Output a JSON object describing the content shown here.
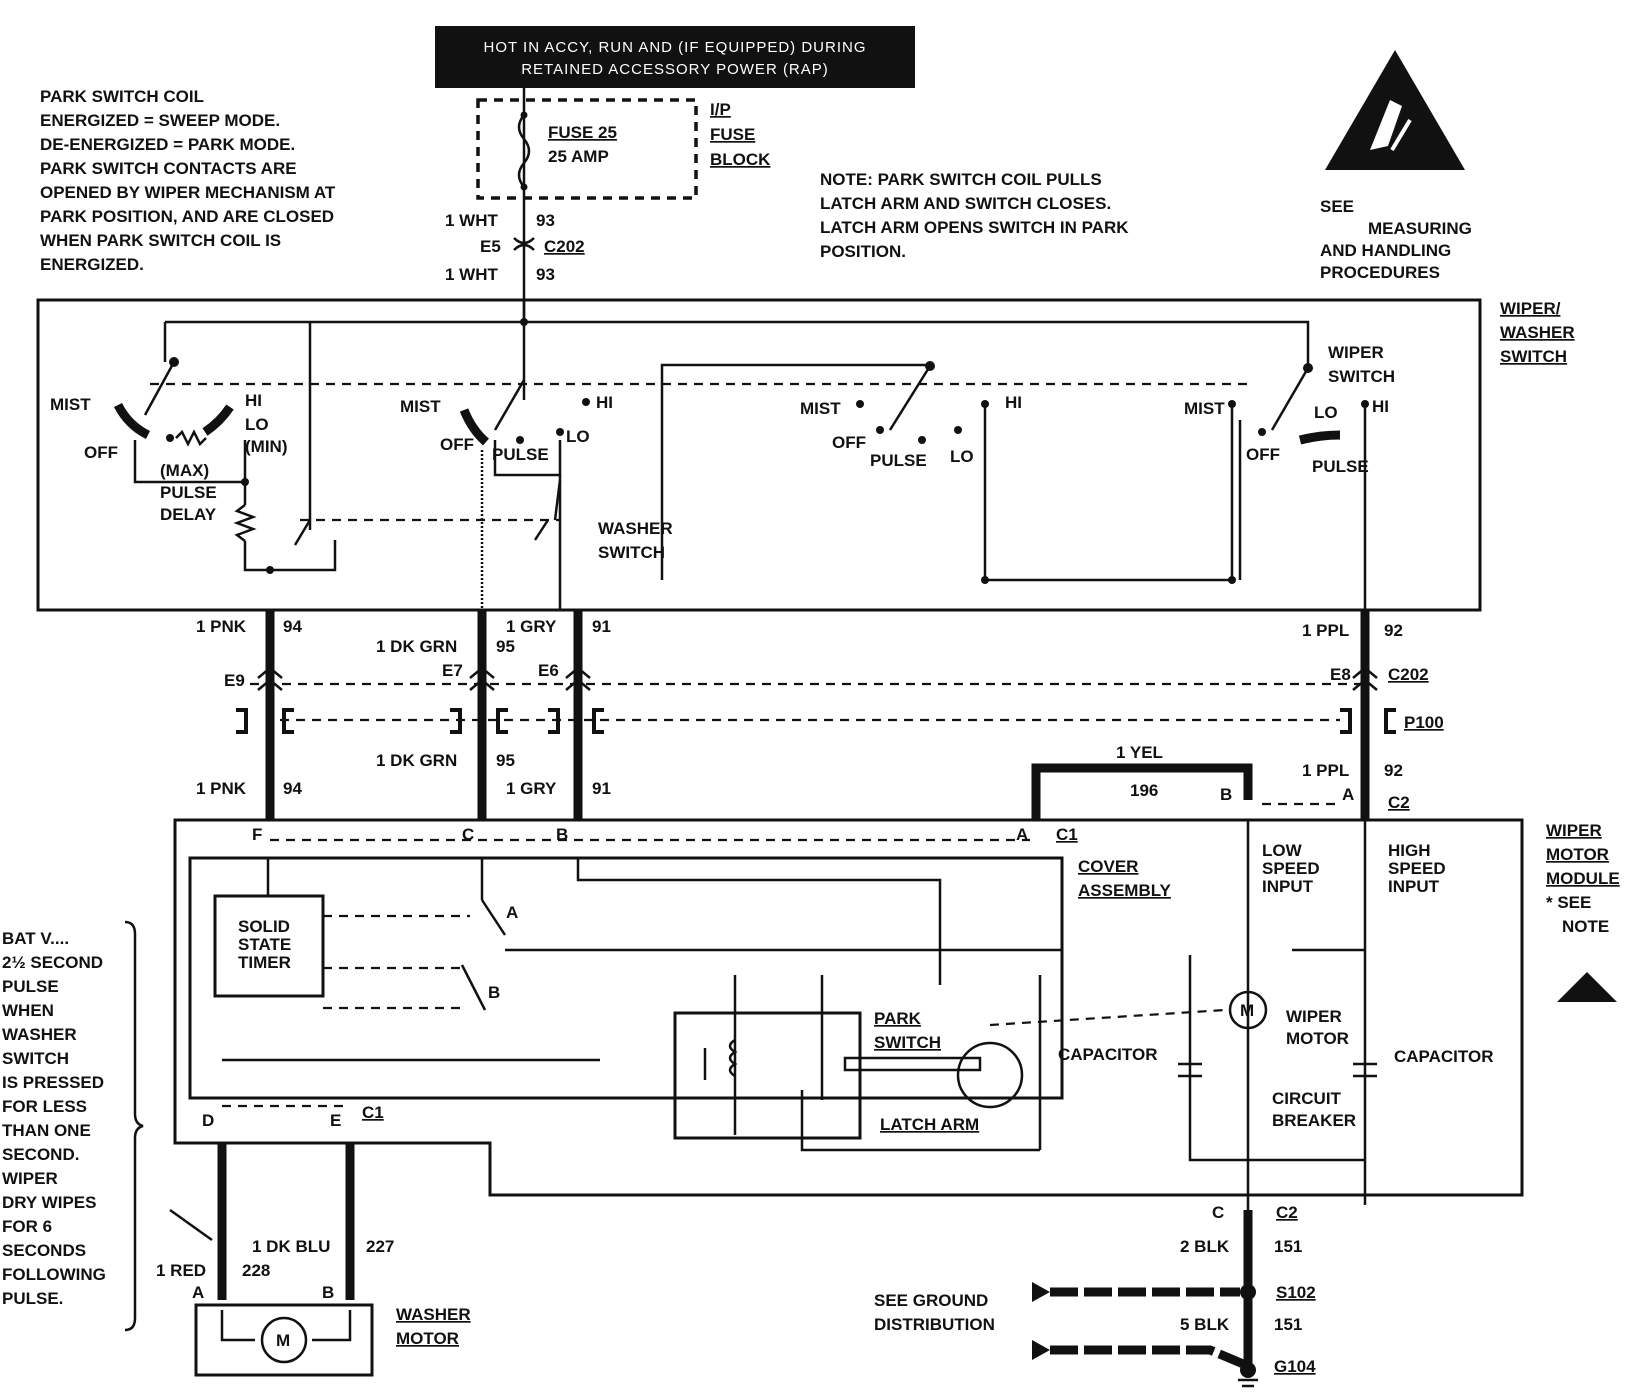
{
  "header": {
    "line1": "HOT IN ACCY, RUN AND (IF EQUIPPED) DURING",
    "line2": "RETAINED ACCESSORY POWER (RAP)"
  },
  "fuse": {
    "name": "FUSE 25",
    "rating": "25 AMP",
    "block_l1": "I/P",
    "block_l2": "FUSE",
    "block_l3": "BLOCK"
  },
  "top_wires": {
    "w1_color": "1 WHT",
    "w1_circuit": "93",
    "conn_pin": "E5",
    "conn_name": "C202",
    "w2_color": "1 WHT",
    "w2_circuit": "93"
  },
  "park_note": [
    "PARK SWITCH COIL",
    "ENERGIZED = SWEEP MODE.",
    "DE-ENERGIZED = PARK MODE.",
    "PARK SWITCH CONTACTS ARE",
    "OPENED BY WIPER MECHANISM AT",
    "PARK POSITION, AND ARE CLOSED",
    "WHEN PARK SWITCH COIL IS",
    "ENERGIZED."
  ],
  "latch_note": [
    "NOTE: PARK SWITCH COIL PULLS",
    "LATCH ARM AND SWITCH CLOSES.",
    "LATCH ARM OPENS SWITCH IN PARK",
    "POSITION."
  ],
  "esd": {
    "l1": "SEE",
    "l2": "MEASURING",
    "l3": "AND HANDLING",
    "l4": "PROCEDURES"
  },
  "switch_box": {
    "title_l1": "WIPER/",
    "title_l2": "WASHER",
    "title_l3": "SWITCH",
    "wiper_switch_l1": "WIPER",
    "wiper_switch_l2": "SWITCH",
    "washer_l1": "WASHER",
    "washer_l2": "SWITCH",
    "s1": {
      "mist": "MIST",
      "hi": "HI",
      "lo": "LO",
      "min": "(MIN)",
      "off": "OFF",
      "max": "(MAX)",
      "pulse": "PULSE",
      "delay": "DELAY"
    },
    "s2": {
      "mist": "MIST",
      "hi": "HI",
      "off": "OFF",
      "pulse": "PULSE",
      "lo": "LO"
    },
    "s3": {
      "mist": "MIST",
      "hi": "HI",
      "off": "OFF",
      "pulse": "PULSE",
      "lo": "LO"
    },
    "s4": {
      "mist": "MIST",
      "lo": "LO",
      "hi": "HI",
      "off": "OFF",
      "pulse": "PULSE"
    }
  },
  "mid_wires": {
    "pnk_a": "1 PNK",
    "pnk_a_c": "94",
    "dkgrn_a": "1 DK GRN",
    "dkgrn_a_c": "95",
    "gry_a": "1 GRY",
    "gry_a_c": "91",
    "ppl_a": "1 PPL",
    "ppl_a_c": "92",
    "e9": "E9",
    "e7": "E7",
    "e6": "E6",
    "e8": "E8",
    "c202": "C202",
    "p100": "P100",
    "dkgrn_b": "1 DK GRN",
    "dkgrn_b_c": "95",
    "pnk_b": "1 PNK",
    "pnk_b_c": "94",
    "gry_b": "1 GRY",
    "gry_b_c": "91",
    "yel": "1 YEL",
    "yel_c": "196",
    "ppl_b": "1 PPL",
    "ppl_b_c": "92",
    "pin_b": "B",
    "pin_a": "A",
    "c2": "C2"
  },
  "module": {
    "title_l1": "WIPER",
    "title_l2": "MOTOR",
    "title_l3": "MODULE",
    "title_l4": "* SEE",
    "title_l5": "NOTE",
    "pin_f": "F",
    "pin_c": "C",
    "pin_b": "B",
    "pin_a": "A",
    "c1": "C1",
    "cover_l1": "COVER",
    "cover_l2": "ASSEMBLY",
    "low_l1": "LOW",
    "low_l2": "SPEED",
    "low_l3": "INPUT",
    "high_l1": "HIGH",
    "high_l2": "SPEED",
    "high_l3": "INPUT",
    "timer_l1": "SOLID",
    "timer_l2": "STATE",
    "timer_l3": "TIMER",
    "sw_a": "A",
    "sw_b": "B",
    "park_l1": "PARK",
    "park_l2": "SWITCH",
    "latch": "LATCH ARM",
    "capacitor1": "CAPACITOR",
    "capacitor2": "CAPACITOR",
    "motor_l1": "WIPER",
    "motor_l2": "MOTOR",
    "cb_l1": "CIRCUIT",
    "cb_l2": "BREAKER",
    "m": "M",
    "pin_d": "D",
    "pin_e": "E",
    "c1b": "C1"
  },
  "pulse_note": [
    "BAT V....",
    "2½ SECOND",
    "PULSE",
    "WHEN",
    "WASHER",
    "SWITCH",
    "IS PRESSED",
    "FOR LESS",
    "THAN ONE",
    "SECOND.",
    "WIPER",
    "DRY WIPES",
    "FOR 6",
    "SECONDS",
    "FOLLOWING",
    "PULSE."
  ],
  "washer": {
    "dkblu": "1 DK BLU",
    "dkblu_c": "227",
    "red": "1 RED",
    "red_c": "228",
    "pin_a": "A",
    "pin_b": "B",
    "m": "M",
    "l1": "WASHER",
    "l2": "MOTOR"
  },
  "ground": {
    "pin_c": "C",
    "c2": "C2",
    "blk2": "2 BLK",
    "blk2_c": "151",
    "see_l1": "SEE GROUND",
    "see_l2": "DISTRIBUTION",
    "s102": "S102",
    "blk5": "5 BLK",
    "blk5_c": "151",
    "g104": "G104"
  }
}
